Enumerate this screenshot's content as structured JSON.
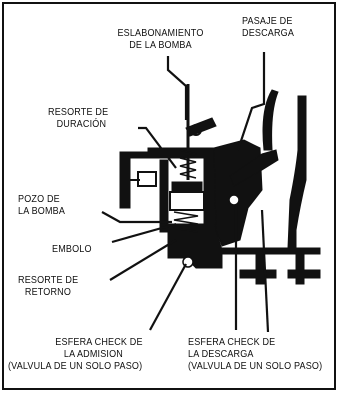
{
  "labels": {
    "linkage": [
      "ESLABONAMIENTO",
      "DE LA BOMBA"
    ],
    "discharge_passage": [
      "PASAJE DE",
      "DESCARGA"
    ],
    "duration_spring": [
      "RESORTE DE",
      "DURACIÓN"
    ],
    "pump_well": [
      "POZO DE",
      "LA BOMBA"
    ],
    "plunger": [
      "EMBOLO"
    ],
    "return_spring": [
      "RESORTE DE",
      "RETORNO"
    ],
    "intake_check_ball": [
      "ESFERA CHECK DE",
      "LA ADMISION",
      "(VALVULA DE UN SOLO PASO)"
    ],
    "discharge_check_ball": [
      "ESFERA CHECK DE",
      "LA DESCARGA",
      "(VALVULA DE UN SOLO PASO)"
    ]
  },
  "colors": {
    "ink": "#111111",
    "paper": "#ffffff"
  }
}
